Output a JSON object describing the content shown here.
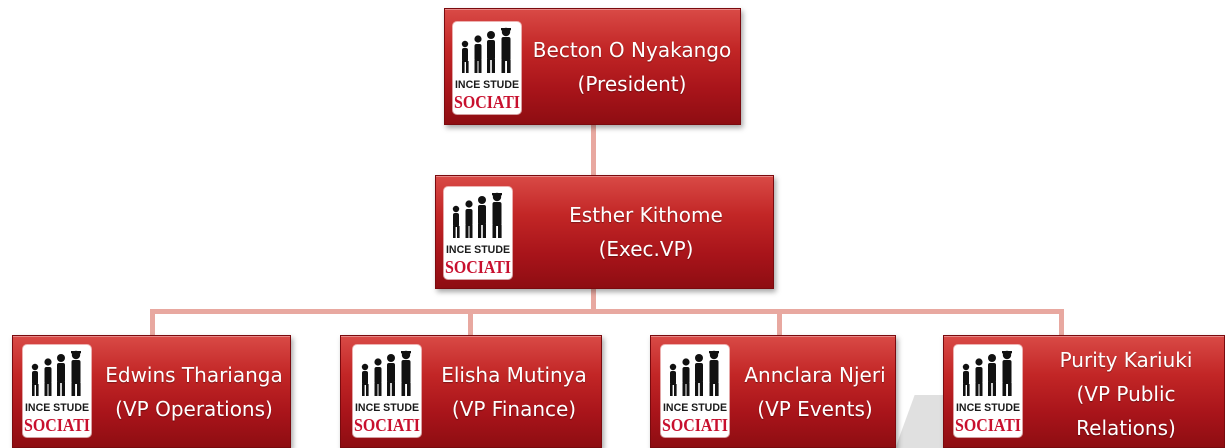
{
  "org_chart": {
    "logo": {
      "name": "society-logo",
      "text_line1": "INCE STUDE",
      "text_line2": "SOCIATI"
    },
    "president": {
      "name": "Becton O Nyakango",
      "role": "(President)"
    },
    "exec_vp": {
      "name": "Esther Kithome",
      "role": "(Exec.VP)"
    },
    "vps": [
      {
        "name": "Edwins Tharianga",
        "role": "(VP Operations)"
      },
      {
        "name": "Elisha Mutinya",
        "role": "(VP Finance)"
      },
      {
        "name": "Annclara Njeri",
        "role": "(VP Events)"
      },
      {
        "name": "Purity Kariuki",
        "role_line1": "(VP Public",
        "role_line2": "Relations)"
      }
    ],
    "colors": {
      "box": "#b81c22",
      "connector": "#e8a8a0"
    }
  }
}
